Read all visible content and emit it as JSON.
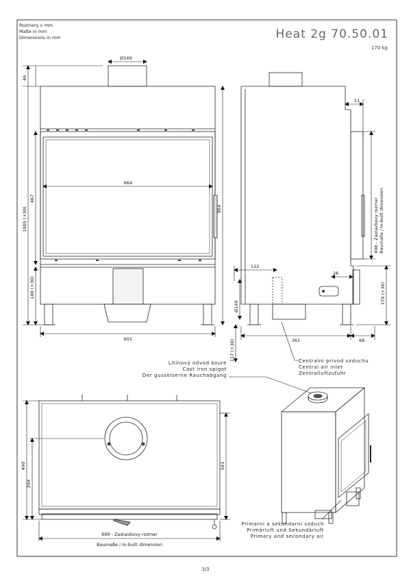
{
  "drawing": {
    "units_note": [
      "Rozmery v mm",
      "Maße in mm",
      "Dimensions in mm"
    ],
    "title": "Heat 2g 70.50.01",
    "weight": "170 kg",
    "page": "3/3"
  },
  "dimensions": {
    "flue_diameter": "Ø149",
    "top_46": "46",
    "total_height": "1005 (+30)",
    "door_height": "467",
    "glass_width": "664",
    "right_height": "964",
    "bottom_108": "108 (+30)",
    "front_width": "655",
    "side_51": "51",
    "side_inbuilt": "498 - Zastavbovy rozmer",
    "side_inbuilt_2": "Baumaße / In-built dimension",
    "side_122": "122",
    "side_26": "26",
    "side_279": "279 (+30)",
    "side_149": "Ø149",
    "side_117": "117 (+30)",
    "side_361": "361",
    "side_68": "68",
    "plan_490": "490",
    "plan_294": "294",
    "plan_541": "541",
    "plan_699": "699 - Zastavbovy rozmer",
    "plan_699_2": "Baumaße / In-built dimension"
  },
  "notes": {
    "spigot": [
      "Litinový odvod koure",
      "Cast iron spigot",
      "Der gusseiserne Rauchabgang"
    ],
    "central_air": [
      "Centralni privod vzduchu",
      "Central air inlet",
      "Zentralluftzufuhr"
    ],
    "primary_air": [
      "Primarni a sekundarni vzduch",
      "Primärluft und Sekundärluft",
      "Primary and secondary air"
    ]
  }
}
